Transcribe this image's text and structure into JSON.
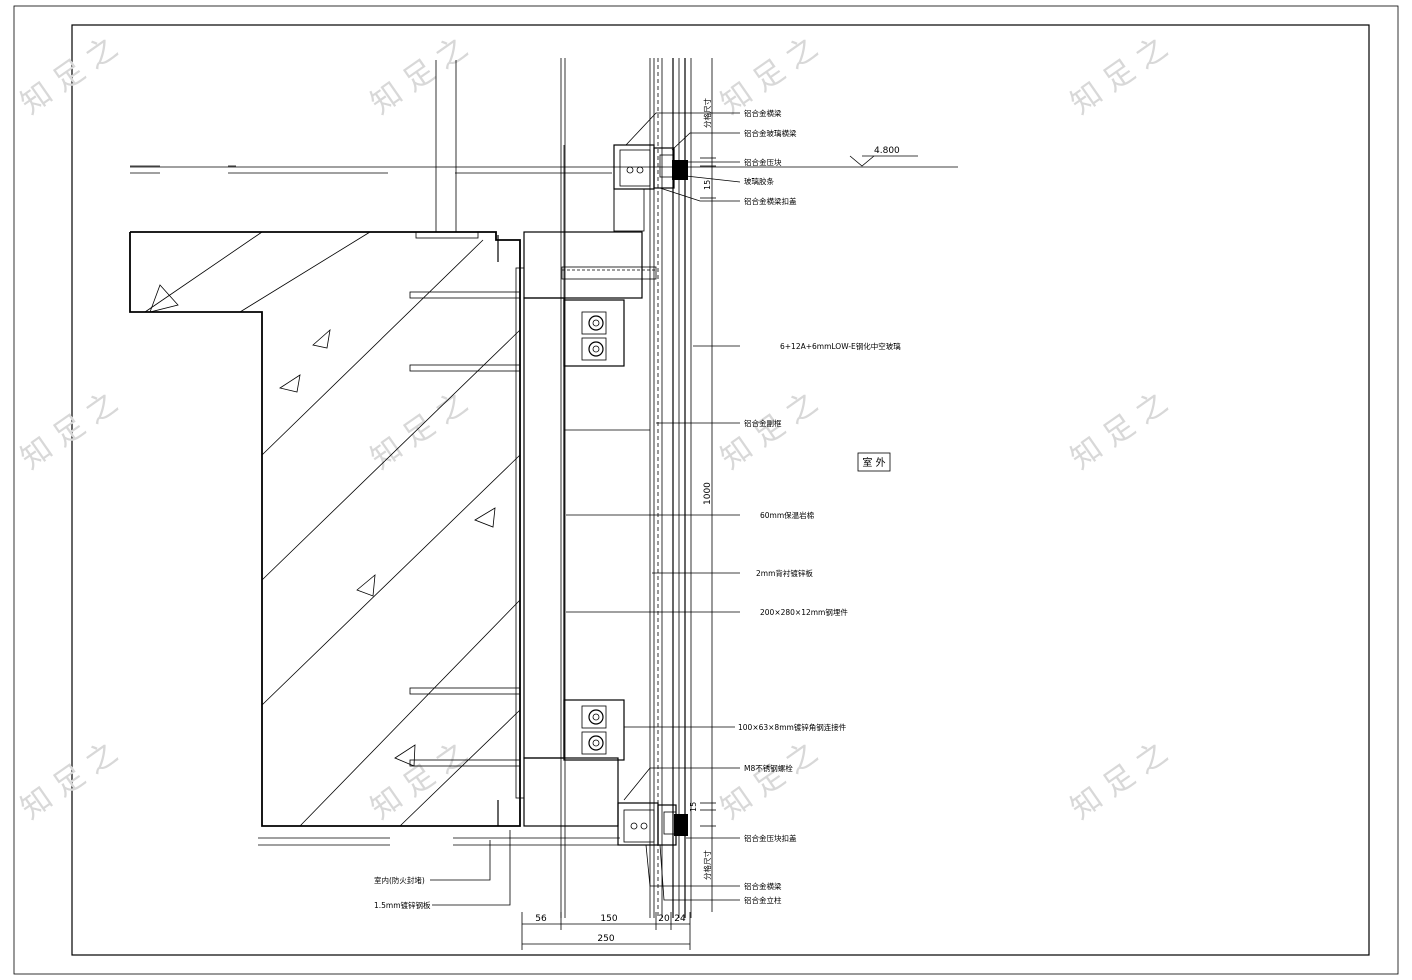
{
  "level_mark": "4.800",
  "room_label": "室 外",
  "watermark": "知 足 之",
  "callouts": {
    "c1": "铝合金横梁",
    "c2": "铝合金玻璃横梁",
    "c3": "铝合金压块",
    "c4": "玻璃胶条",
    "c5": "铝合金横梁扣盖",
    "c6": "6+12A+6mmLOW-E钢化中空玻璃",
    "c7": "铝合金副框",
    "c8": "60mm保温岩棉",
    "c9": "2mm背衬镀锌板",
    "c10": "200×280×12mm钢埋件",
    "c11": "100×63×8mm镀锌角钢连接件",
    "c12": "M8不锈钢螺栓",
    "c13": "铝合金压块扣盖",
    "c14": "铝合金横梁",
    "c15": "铝合金立柱",
    "c16": "室内(防火封堵)",
    "c17": "1.5mm镀锌钢板"
  },
  "vertical_texts": {
    "v1": "分格尺寸",
    "v2": "分格尺寸"
  },
  "dimensions": {
    "d56": "56",
    "d150": "150",
    "d20": "20",
    "d24": "24",
    "d250": "250",
    "d1000": "1000",
    "d15a": "15",
    "d15b": "15"
  }
}
